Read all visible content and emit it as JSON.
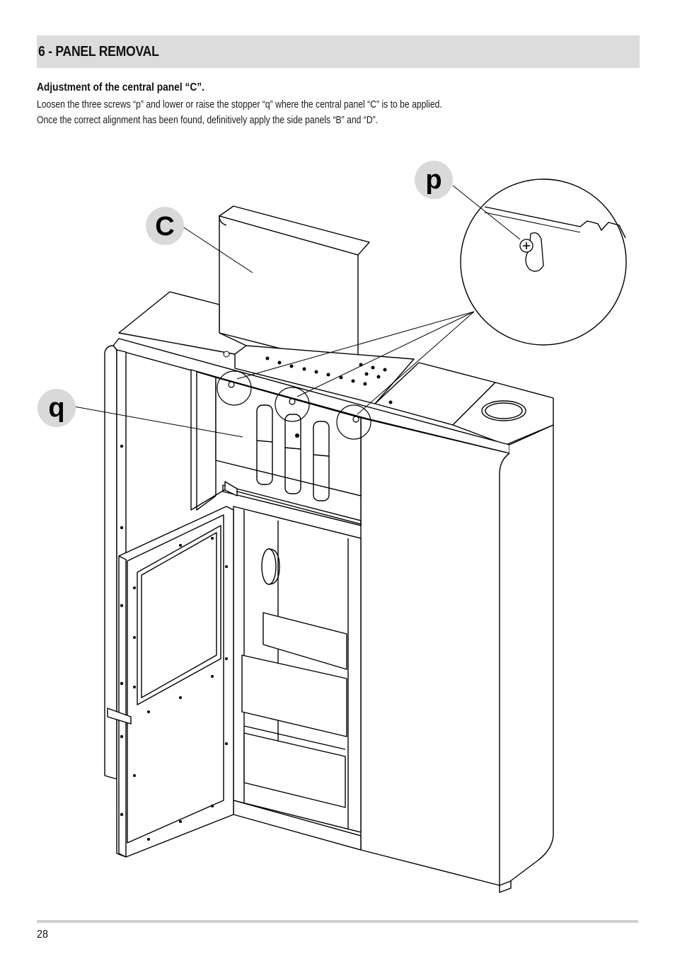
{
  "header": {
    "section_title": "6 - PANEL REMOVAL"
  },
  "content": {
    "subheading": "Adjustment of the central panel “C”.",
    "paragraph_line_1": "Loosen the three screws “p” and lower or raise the stopper “q” where the central panel “C” is to be applied.",
    "paragraph_line_2": "Once the correct alignment has been found, definitively apply the side panels “B” and “D”."
  },
  "figure": {
    "callouts": {
      "p": "p",
      "c": "C",
      "q": "q"
    }
  },
  "footer": {
    "page_number": "28"
  }
}
